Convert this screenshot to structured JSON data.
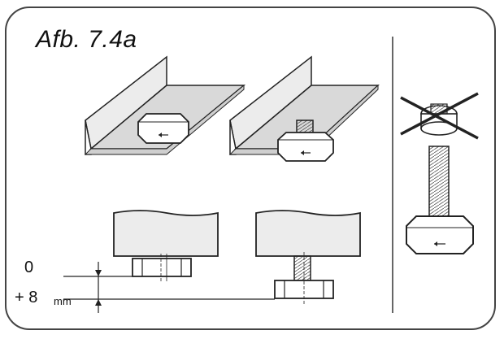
{
  "figure": {
    "label": "Afb. 7.4a",
    "dimension_zero": "0",
    "dimension_plus": "+ 8",
    "dimension_unit": "mm"
  },
  "colors": {
    "stroke": "#222222",
    "panel_fill": "#ececec",
    "shadow_fill": "#cfcfcf",
    "divider": "#555555"
  }
}
